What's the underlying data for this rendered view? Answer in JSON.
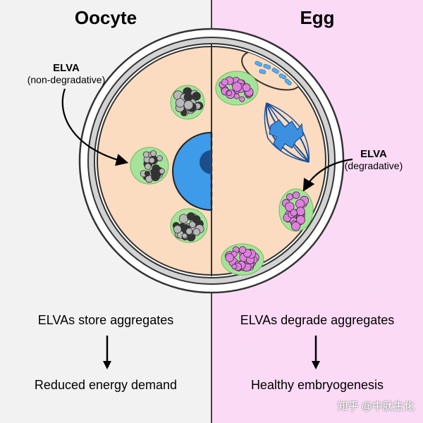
{
  "left": {
    "title": "Oocyte",
    "elva_label": "ELVA",
    "elva_sub": "(non-degradative)",
    "caption_top": "ELVAs store aggregates",
    "caption_bottom": "Reduced energy demand"
  },
  "right": {
    "title": "Egg",
    "elva_label": "ELVA",
    "elva_sub": "(degradative)",
    "caption_top": "ELVAs degrade aggregates",
    "caption_bottom": "Healthy embryogenesis"
  },
  "watermark": "知乎 @中肽生化",
  "colors": {
    "left_bg": "#f2f2f2",
    "right_bg": "#fbdaf6",
    "cytoplasm": "#fbdcc0",
    "nucleus": "#3d9be9",
    "nucleolus": "#1b4f8a",
    "elva_halo": "#a6e39a",
    "aggregate_gray": "#b8b8b8",
    "aggregate_pink": "#e07fe0",
    "spindle": "#3d8fe0"
  }
}
